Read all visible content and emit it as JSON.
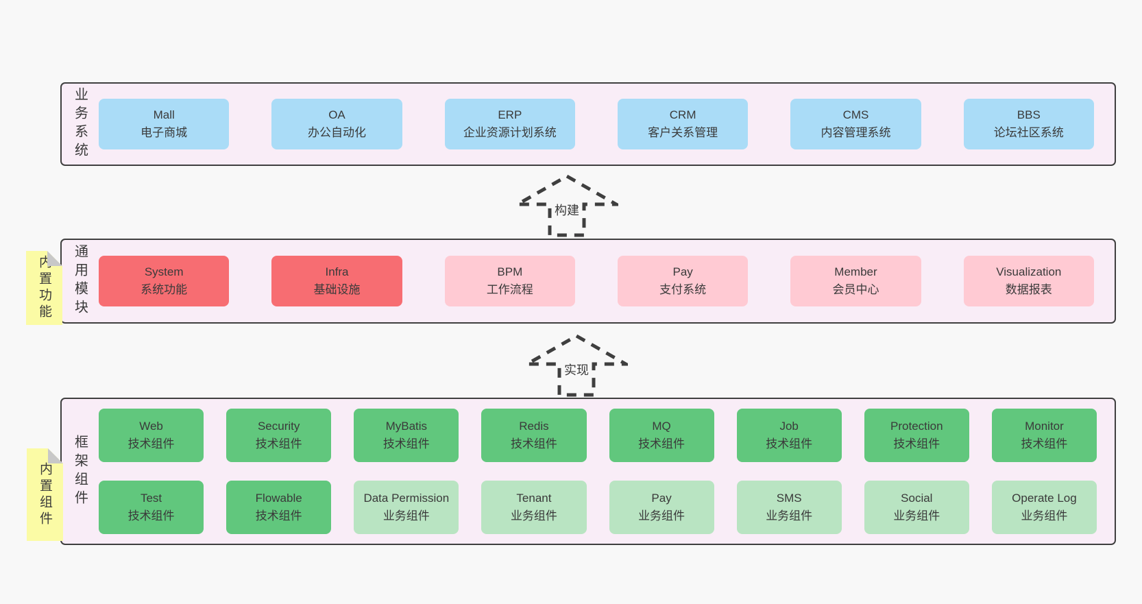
{
  "colors": {
    "page_bg": "#f8f8f8",
    "panel_bg": "#f9edf7",
    "panel_border": "#3f3f3f",
    "blue": "#aadcf7",
    "red": "#f76d72",
    "pink": "#ffcad3",
    "green": "#61c77d",
    "light_green": "#b9e4c2",
    "sticky_yellow": "#fbfba5",
    "sticky_fold": "#c8c8c8",
    "text": "#3a3a3a"
  },
  "arrows": [
    {
      "label": "构建"
    },
    {
      "label": "实现"
    }
  ],
  "sections": [
    {
      "label": "业务系统",
      "boxes": [
        {
          "name": "Mall",
          "desc": "电子商城",
          "color": "blue"
        },
        {
          "name": "OA",
          "desc": "办公自动化",
          "color": "blue"
        },
        {
          "name": "ERP",
          "desc": "企业资源计划系统",
          "color": "blue"
        },
        {
          "name": "CRM",
          "desc": "客户关系管理",
          "color": "blue"
        },
        {
          "name": "CMS",
          "desc": "内容管理系统",
          "color": "blue"
        },
        {
          "name": "BBS",
          "desc": "论坛社区系统",
          "color": "blue"
        }
      ]
    },
    {
      "label": "通用模块",
      "sticky": "内置功能",
      "boxes": [
        {
          "name": "System",
          "desc": "系统功能",
          "color": "red"
        },
        {
          "name": "Infra",
          "desc": "基础设施",
          "color": "red"
        },
        {
          "name": "BPM",
          "desc": "工作流程",
          "color": "pink"
        },
        {
          "name": "Pay",
          "desc": "支付系统",
          "color": "pink"
        },
        {
          "name": "Member",
          "desc": "会员中心",
          "color": "pink"
        },
        {
          "name": "Visualization",
          "desc": "数据报表",
          "color": "pink"
        }
      ]
    },
    {
      "label": "框架组件",
      "sticky": "内置组件",
      "boxes_top": [
        {
          "name": "Web",
          "desc": "技术组件",
          "color": "green"
        },
        {
          "name": "Security",
          "desc": "技术组件",
          "color": "green"
        },
        {
          "name": "MyBatis",
          "desc": "技术组件",
          "color": "green"
        },
        {
          "name": "Redis",
          "desc": "技术组件",
          "color": "green"
        },
        {
          "name": "MQ",
          "desc": "技术组件",
          "color": "green"
        },
        {
          "name": "Job",
          "desc": "技术组件",
          "color": "green"
        },
        {
          "name": "Protection",
          "desc": "技术组件",
          "color": "green"
        },
        {
          "name": "Monitor",
          "desc": "技术组件",
          "color": "green"
        }
      ],
      "boxes_bottom": [
        {
          "name": "Test",
          "desc": "技术组件",
          "color": "green"
        },
        {
          "name": "Flowable",
          "desc": "技术组件",
          "color": "green"
        },
        {
          "name": "Data Permission",
          "desc": "业务组件",
          "color": "light_green"
        },
        {
          "name": "Tenant",
          "desc": "业务组件",
          "color": "light_green"
        },
        {
          "name": "Pay",
          "desc": "业务组件",
          "color": "light_green"
        },
        {
          "name": "SMS",
          "desc": "业务组件",
          "color": "light_green"
        },
        {
          "name": "Social",
          "desc": "业务组件",
          "color": "light_green"
        },
        {
          "name": "Operate Log",
          "desc": "业务组件",
          "color": "light_green"
        }
      ]
    }
  ]
}
